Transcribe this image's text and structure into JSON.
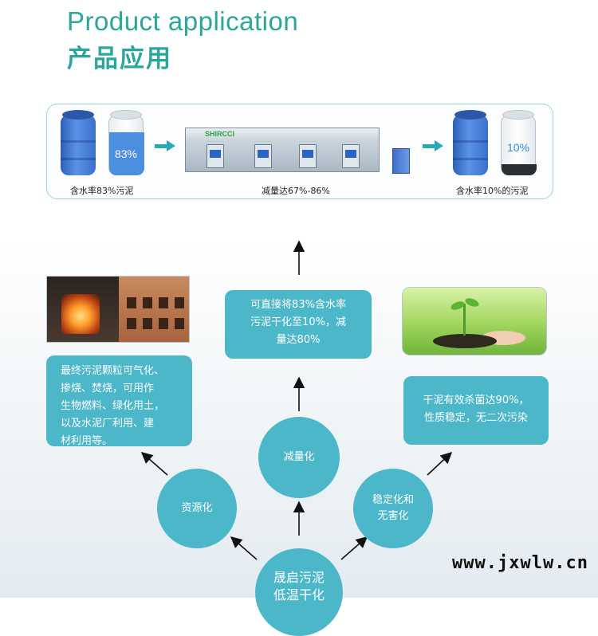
{
  "header": {
    "title_en": "Product application",
    "title_cn": "产品应用"
  },
  "process": {
    "input_caption": "含水率83%污泥",
    "input_percent": "83%",
    "machine_logo": "SHIRCCI",
    "reduction_caption": "减量达67%-86%",
    "output_caption": "含水率10%的污泥",
    "output_percent": "10%"
  },
  "cards": {
    "reduction_info": [
      "可直接将83%含水率",
      "污泥干化至10%，减",
      "量达80%"
    ],
    "resource_info": [
      "最终污泥颗粒可气化、",
      "掺烧、焚烧，可用作",
      "生物燃料、绿化用土，",
      "以及水泥厂利用、建",
      "材利用等。"
    ],
    "stabilization_info": [
      "干泥有效杀菌达90%，",
      "性质稳定，无二次污染"
    ]
  },
  "circles": {
    "reduction": "减量化",
    "resource": "资源化",
    "stabilization": [
      "稳定化和",
      "无害化"
    ],
    "center": [
      "晟启污泥",
      "低温干化"
    ]
  },
  "watermark": "www.jxwlw.cn",
  "colors": {
    "accent": "#2aa79a",
    "card": "#4db7ca",
    "arrow": "#27a9b8"
  }
}
